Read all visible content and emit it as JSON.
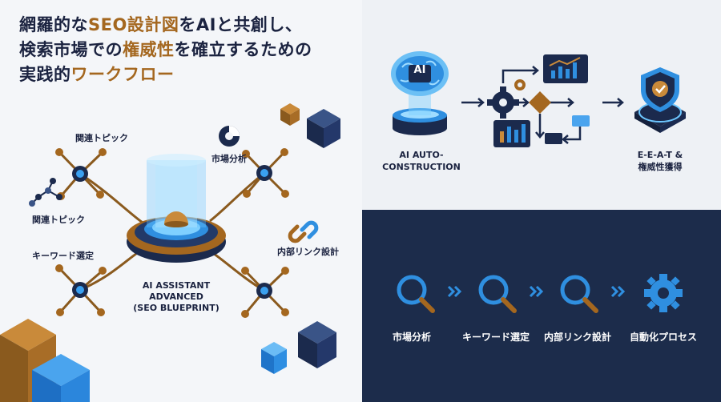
{
  "headline": {
    "line1_a": "網羅的な",
    "line1_b": "SEO設計図",
    "line1_c": "をAIと共創し、",
    "line2_a": "検索市場での",
    "line2_b": "権威性",
    "line2_c": "を確立するための",
    "line3_a": "実践的",
    "line3_b": "ワークフロー"
  },
  "left_labels": {
    "related_topic_1": "関連トピック",
    "related_topic_2": "関連トピック",
    "market_analysis": "市場分析",
    "keyword_selection": "キーワード選定",
    "internal_link": "内部リンク設計",
    "assistant_line1": "AI ASSISTANT",
    "assistant_line2": "ADVANCED",
    "assistant_line3": "(SEO BLUEPRINT)"
  },
  "top_right": {
    "ai_chip_text": "AI",
    "auto_line1": "AI AUTO-",
    "auto_line2": "CONSTRUCTION",
    "eeat_line1": "E-E-A-T &",
    "eeat_line2": "権威性獲得"
  },
  "bottom_steps": [
    "市場分析",
    "キーワード選定",
    "内部リンク設計",
    "自動化プロセス"
  ],
  "colors": {
    "navy": "#1b2340",
    "gold": "#a4671f",
    "accent_blue": "#2f8fe0",
    "dark_panel": "#1c2c4b"
  }
}
